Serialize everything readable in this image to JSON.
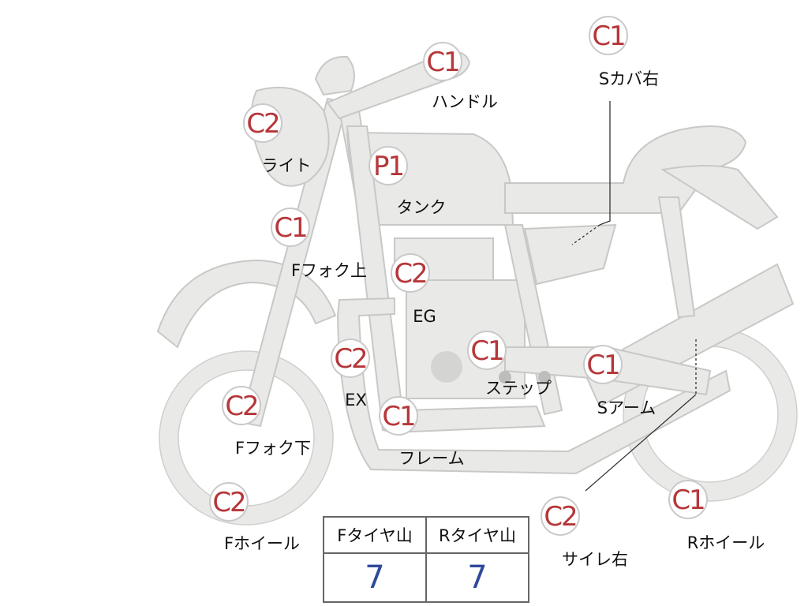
{
  "callouts": [
    {
      "grade": "C1",
      "part": "ハンドル"
    },
    {
      "grade": "C1",
      "part": "Sカバ右"
    },
    {
      "grade": "C2",
      "part": "ライト"
    },
    {
      "grade": "P1",
      "part": "タンク"
    },
    {
      "grade": "C1",
      "part": "Fフォク上"
    },
    {
      "grade": "C2",
      "part": "EG"
    },
    {
      "grade": "C2",
      "part": "EX"
    },
    {
      "grade": "C1",
      "part": "ステップ"
    },
    {
      "grade": "C1",
      "part": "Sアーム"
    },
    {
      "grade": "C2",
      "part": "Fフォク下"
    },
    {
      "grade": "C1",
      "part": "フレーム"
    },
    {
      "grade": "C2",
      "part": "Fホイール"
    },
    {
      "grade": "C2",
      "part": "サイレ右"
    },
    {
      "grade": "C1",
      "part": "Rホイール"
    }
  ],
  "tread_table": {
    "headers": [
      "Fタイヤ山",
      "Rタイヤ山"
    ],
    "values": [
      "7",
      "7"
    ]
  },
  "colors": {
    "grade_text": "#b6373a",
    "tread_value": "#2e4a9a",
    "bike_fill": "#e9e9e7"
  }
}
